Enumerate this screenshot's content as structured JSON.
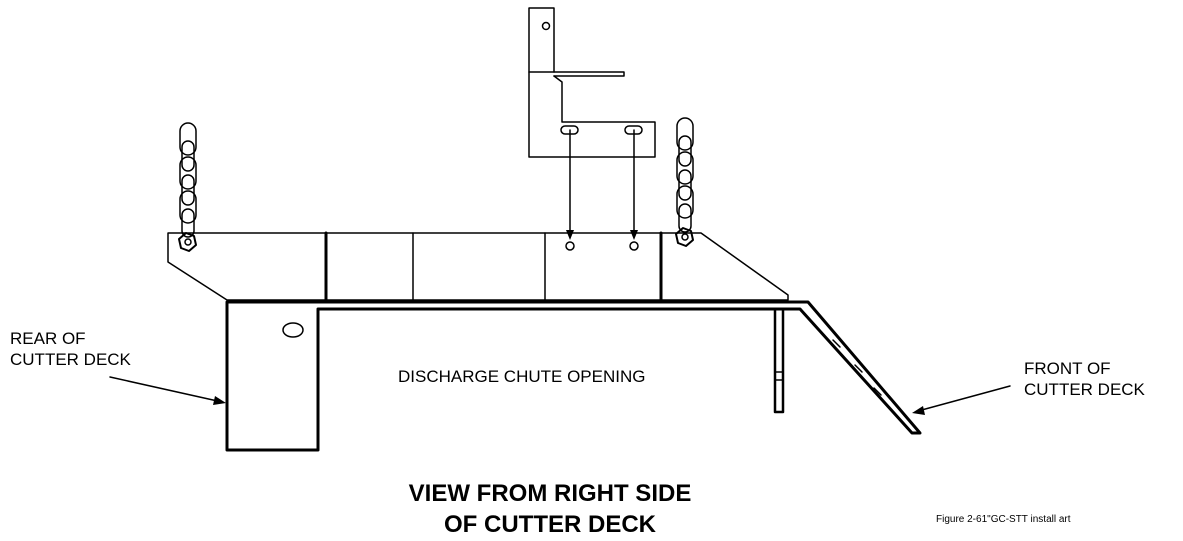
{
  "labels": {
    "rear_line1": "REAR OF",
    "rear_line2": "CUTTER DECK",
    "discharge": "DISCHARGE CHUTE OPENING",
    "front_line1": "FRONT OF",
    "front_line2": "CUTTER DECK",
    "title_line1": "VIEW FROM RIGHT SIDE",
    "title_line2": "OF CUTTER DECK",
    "figure_caption": "Figure 2-61\"GC-STT install art"
  },
  "colors": {
    "ink": "#000000",
    "paper": "#ffffff"
  }
}
